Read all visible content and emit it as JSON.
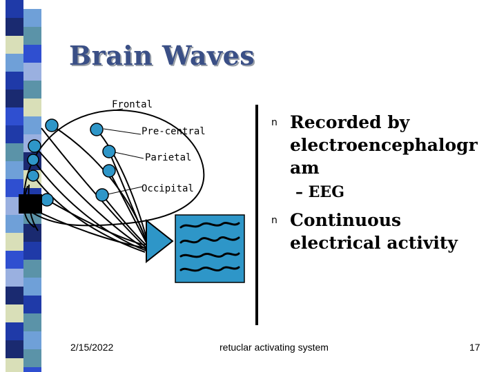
{
  "slide": {
    "title": "Brain Waves",
    "bullets": [
      {
        "text": "Recorded by electroencephalogr am",
        "sub": "– EEG"
      },
      {
        "text": "Continuous electrical activity"
      }
    ],
    "bullet_marker": "n"
  },
  "diagram": {
    "labels": {
      "frontal": "Frontal",
      "precentral": "Pre-central",
      "parietal": "Parietal",
      "occipital": "Occipital"
    },
    "electrode_color": "#2e96c8",
    "amplifier_color": "#2e96c8",
    "recording_color": "#2e96c8"
  },
  "footer": {
    "date": "2/15/2022",
    "center": "retuclar activating system",
    "page": "17"
  },
  "colors": {
    "title": "#3a4f86",
    "stripe": [
      "#1f3aa8",
      "#6fa0d8",
      "#5b93a8",
      "#d9dfb8",
      "#1a2a70",
      "#2f4fd0",
      "#9ab0e0"
    ]
  }
}
